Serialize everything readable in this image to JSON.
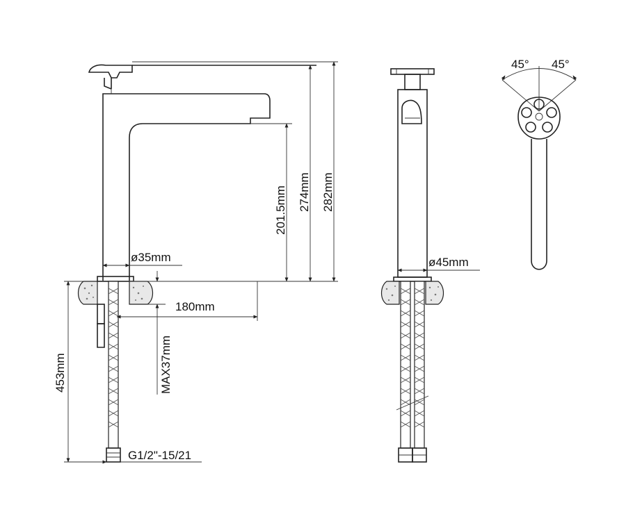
{
  "dimensions": {
    "outlet_height": "201.5mm",
    "spout_top_height": "274mm",
    "total_height": "282mm",
    "base_diameter_side": "ø35mm",
    "spout_reach": "180mm",
    "max_deck_thickness": "MAX37mm",
    "hose_length": "453mm",
    "hose_thread": "G1/2\"-15/21",
    "base_diameter_front": "ø45mm",
    "handle_angle_left": "45°",
    "handle_angle_right": "45°"
  }
}
